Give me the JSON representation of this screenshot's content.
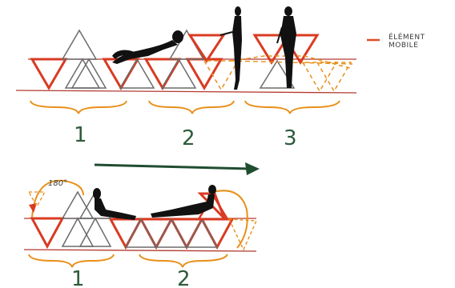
{
  "legend": {
    "line1": "ÉLÉMENT",
    "line2": "MOBILE",
    "color": "#e04a2a"
  },
  "top_row": {
    "labels": [
      "1",
      "2",
      "3"
    ]
  },
  "bottom_row": {
    "labels": [
      "1",
      "2"
    ],
    "rotation_label": "180°"
  },
  "colors": {
    "frame": "#6b6b6b",
    "mobile": "#d93b22",
    "rail": "#b33a30",
    "brace": "#e8901a",
    "arrow": "#1f4d30",
    "figure": "#111111"
  }
}
